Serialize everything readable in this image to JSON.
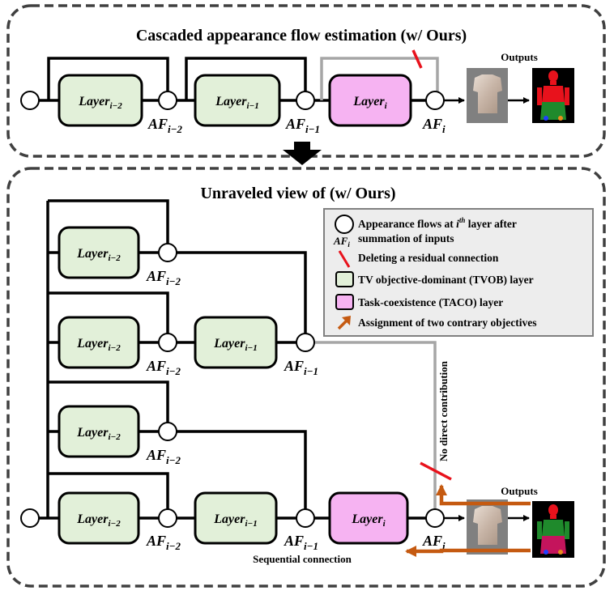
{
  "colors": {
    "tvob_fill": "#e2f0d9",
    "taco_fill": "#f6b3f2",
    "residual_gray": "#a6a6a6",
    "delete_red": "#e8121c",
    "arrow_orange": "#c55a11",
    "panel_border": "#404040",
    "legend_bg": "#ededed"
  },
  "top_panel": {
    "title": "Cascaded appearance flow estimation (w/ Ours)",
    "outputs_label": "Outputs"
  },
  "bottom_panel": {
    "title": "Unraveled view of (w/ Ours)",
    "outputs_label": "Outputs",
    "no_direct_label": "No direct contribution",
    "sequential_label": "Sequential connection"
  },
  "layer_labels": {
    "base": "Layer",
    "sub_i2": "i−2",
    "sub_i1": "i−1",
    "sub_i": "i"
  },
  "af_labels": {
    "base": "AF",
    "sub_i2": "i−2",
    "sub_i1": "i−1",
    "sub_i": "i"
  },
  "legend": {
    "items": [
      {
        "icon": "circle-node",
        "text_a": "Appearance flows at ",
        "text_sup_base": "i",
        "text_sup": "th",
        "text_b": " layer after",
        "text_line2": "summation of inputs",
        "af_base": "AF",
        "af_sub": "i"
      },
      {
        "icon": "red-slash",
        "text": "Deleting a residual connection"
      },
      {
        "icon": "green-box",
        "text": "TV objective-dominant (TVOB) layer"
      },
      {
        "icon": "pink-box",
        "text": "Task-coexistence (TACO) layer"
      },
      {
        "icon": "orange-arrow",
        "text": "Assignment of two contrary objectives"
      }
    ]
  }
}
